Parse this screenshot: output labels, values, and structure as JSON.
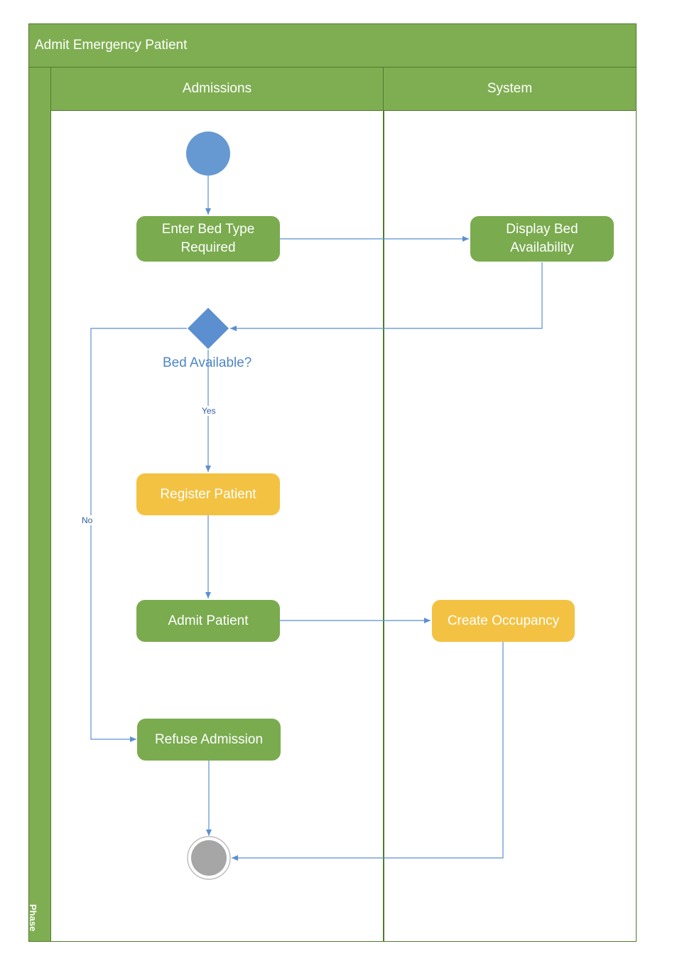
{
  "diagram": {
    "title": "Admit Emergency Patient",
    "phase_label": "Phase",
    "lanes": [
      "Admissions",
      "System"
    ],
    "nodes": {
      "enter_bed_type": "Enter Bed Type\nRequired",
      "display_bed_availability": "Display Bed\nAvailability",
      "bed_available_decision": "Bed Available?",
      "register_patient": "Register Patient",
      "admit_patient": "Admit Patient",
      "create_occupancy": "Create Occupancy",
      "refuse_admission": "Refuse Admission"
    },
    "guards": {
      "yes": "Yes",
      "no": "No"
    }
  },
  "colors": {
    "lane_header": "#7fae52",
    "action_green": "#7aab4f",
    "action_yellow": "#f4c242",
    "start_node": "#6699d1",
    "decision": "#5b8fd0",
    "end_node": "#a6a6a6",
    "flow_line": "#5b8fd0"
  }
}
